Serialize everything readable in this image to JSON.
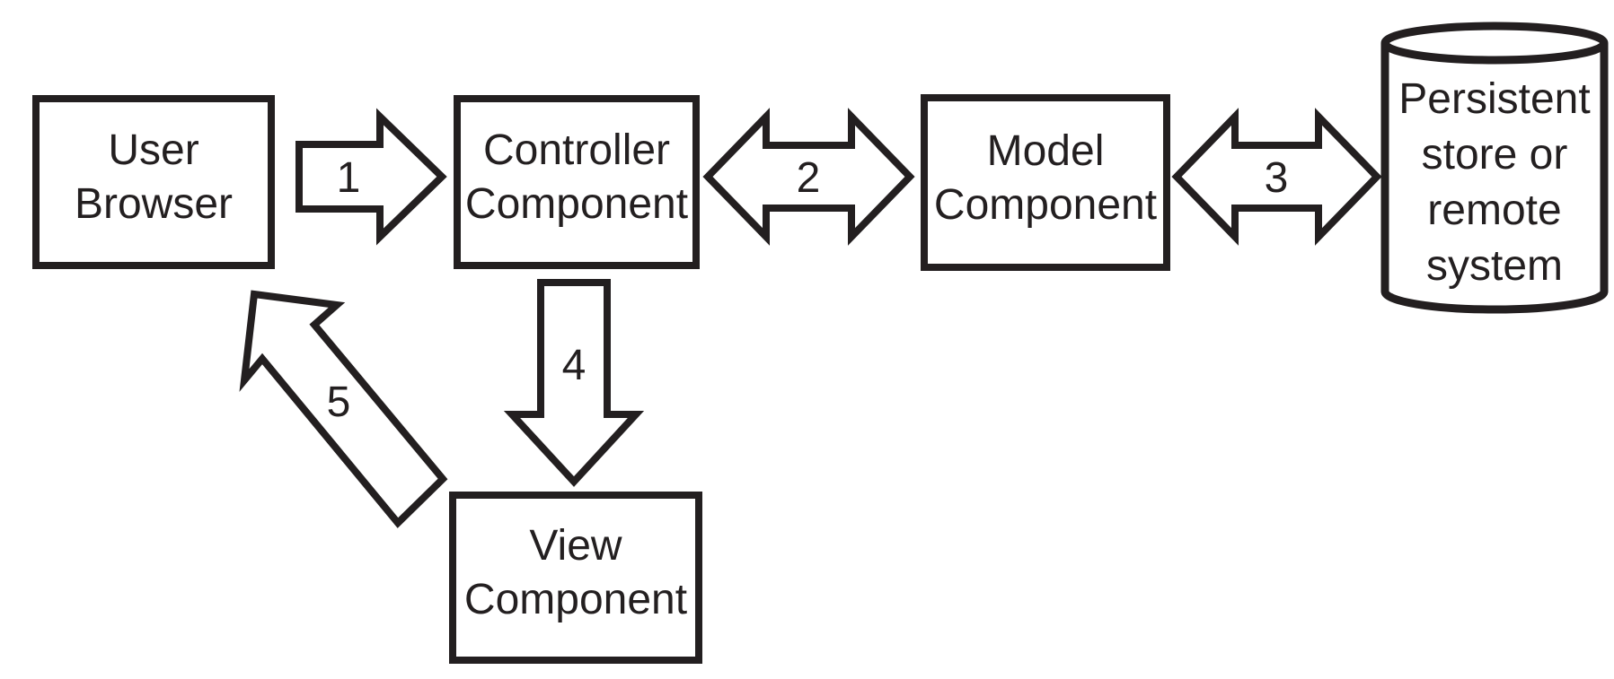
{
  "diagram": {
    "background_color": "#ffffff",
    "stroke_color": "#231f20"
  },
  "nodes": {
    "user_browser": {
      "lines": [
        "User",
        "Browser"
      ]
    },
    "controller": {
      "lines": [
        "Controller",
        "Component"
      ]
    },
    "model": {
      "lines": [
        "Model",
        "Component"
      ]
    },
    "view": {
      "lines": [
        "View",
        "Component"
      ]
    },
    "persistent_store": {
      "lines": [
        "Persistent",
        "store or",
        "remote",
        "system"
      ]
    }
  },
  "arrows": {
    "browser_to_controller": {
      "label": "1"
    },
    "controller_model": {
      "label": "2"
    },
    "model_store": {
      "label": "3"
    },
    "controller_to_view": {
      "label": "4"
    },
    "view_to_browser": {
      "label": "5"
    }
  }
}
